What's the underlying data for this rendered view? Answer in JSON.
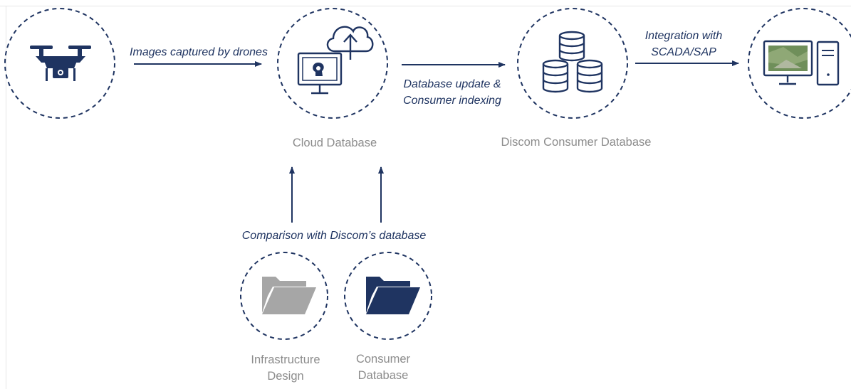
{
  "colors": {
    "navy": "#1f3461",
    "grey_folder": "#a6a6a6",
    "caption_grey": "#8c8c8c",
    "screen_green": "#6f8f5a"
  },
  "nodes": {
    "drone": {
      "icon": "drone-icon"
    },
    "cloud": {
      "icon": "cloud-computer-icon",
      "caption": "Cloud Database"
    },
    "discom": {
      "icon": "database-stack-icon",
      "caption": "Discom Consumer Database"
    },
    "workstation": {
      "icon": "desktop-computer-icon"
    },
    "infra": {
      "icon": "folder-icon",
      "caption_line1": "Infrastructure",
      "caption_line2": "Design"
    },
    "consumer": {
      "icon": "folder-icon",
      "caption_line1": "Consumer",
      "caption_line2": "Database"
    }
  },
  "edges": {
    "drone_to_cloud": "Images captured by drones",
    "cloud_to_discom_line1": "Database update &",
    "cloud_to_discom_line2": "Consumer indexing",
    "discom_to_workstation_line1": "Integration with",
    "discom_to_workstation_line2": "SCADA/SAP",
    "folders_to_cloud": "Comparison with Discom’s database"
  }
}
